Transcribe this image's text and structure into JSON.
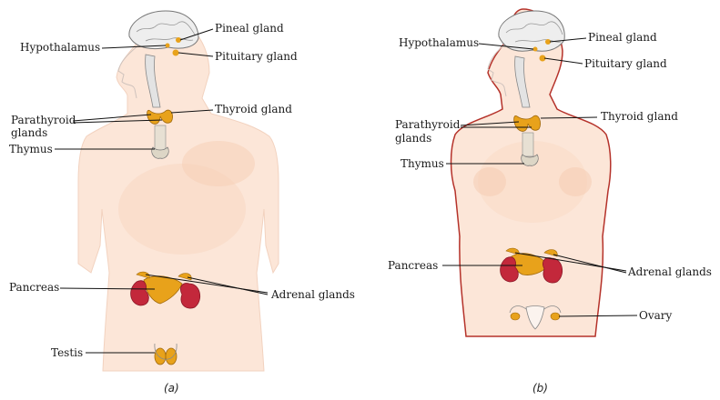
{
  "figure_a": {
    "caption": "(a)",
    "labels": {
      "pineal": "Pineal gland",
      "hypothalamus": "Hypothalamus",
      "pituitary": "Pituitary gland",
      "thyroid": "Thyroid gland",
      "parathyroid_1": "Parathyroid",
      "parathyroid_2": "glands",
      "thymus": "Thymus",
      "pancreas": "Pancreas",
      "adrenal": "Adrenal glands",
      "testis": "Testis"
    }
  },
  "figure_b": {
    "caption": "(b)",
    "labels": {
      "hypothalamus": "Hypothalamus",
      "pineal": "Pineal gland",
      "pituitary": "Pituitary gland",
      "thyroid": "Thyroid gland",
      "parathyroid_1": "Parathyroid",
      "parathyroid_2": "glands",
      "thymus": "Thymus",
      "pancreas": "Pancreas",
      "adrenal": "Adrenal glands",
      "ovary": "Ovary"
    }
  },
  "colors": {
    "skin": "#fbe3d4",
    "skin_outline": "#efc9b4",
    "female_outline": "#b5322a",
    "brain": "#eeeeee",
    "gland": "#e8a21b",
    "kidney": "#c3283b",
    "leader": "#111111"
  }
}
